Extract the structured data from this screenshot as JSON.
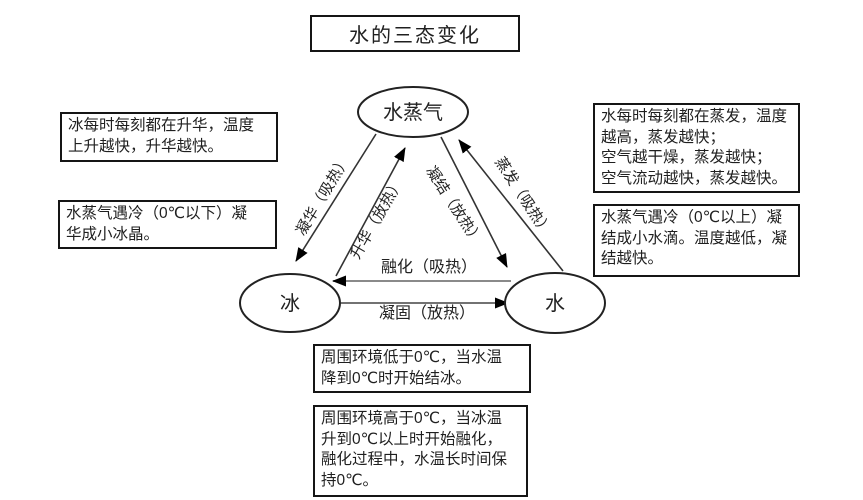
{
  "title": "水的三态变化",
  "nodes": {
    "vapor": "水蒸气",
    "ice": "冰",
    "water": "水"
  },
  "arrows": {
    "deposition": "凝华（吸热）",
    "sublimation": "升华（放热）",
    "condensation": "凝结（放热）",
    "evaporation": "蒸发（吸热）",
    "melting": "融化（吸热）",
    "freezing": "凝固（放热）"
  },
  "notes": {
    "ice_sublimation": "冰每时每刻都在升华，温度\n上升越快，升华越快。",
    "vapor_deposition": "水蒸气遇冷（0℃以下）凝\n华成小冰晶。",
    "water_evaporation": "水每时每刻都在蒸发，温度\n越高，蒸发越快；\n空气越干燥，蒸发越快；\n空气流动越快，蒸发越快。",
    "vapor_condensation": "水蒸气遇冷（0℃以上）凝\n结成小水滴。温度越低，凝\n结越快。",
    "freezing_condition": "周围环境低于0℃，当水温\n降到0℃时开始结冰。",
    "melting_condition": "周围环境高于0℃，当冰温\n升到0℃以上时开始融化，\n融化过程中，水温长时间保\n持0℃。"
  },
  "colors": {
    "line": "#333333",
    "melting_line": "#8a8a8a",
    "border": "#151515",
    "background": "#ffffff"
  }
}
